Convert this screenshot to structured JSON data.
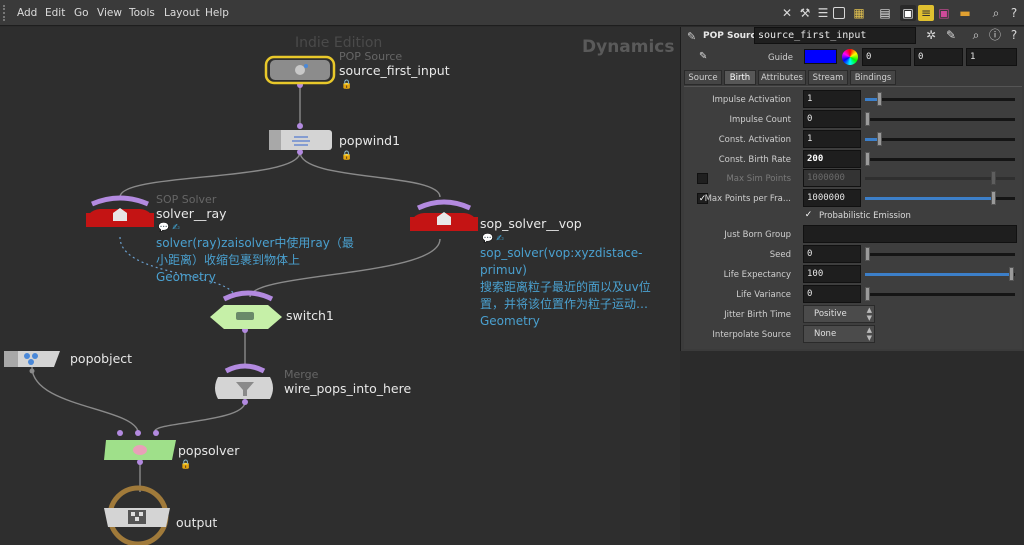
{
  "menubar": {
    "items": [
      "Add",
      "Edit",
      "Go",
      "View",
      "Tools",
      "Layout",
      "Help"
    ]
  },
  "toolbar": {
    "icons": [
      "pin-tool-icon",
      "wrench-icon",
      "list-icon",
      "square-icon",
      "grid-icon",
      "layout-icon",
      "sticky-note-icon",
      "color-swatch-icon",
      "box-icon",
      "search-icon",
      "help-icon"
    ]
  },
  "network": {
    "watermark_edition": "Indie Edition",
    "watermark_context": "Dynamics",
    "nodes": {
      "source_first_input": {
        "type": "POP Source",
        "name": "source_first_input"
      },
      "popwind1": {
        "name": "popwind1"
      },
      "solver_ray": {
        "type": "SOP Solver",
        "name": "solver__ray",
        "comment": [
          "solver(ray)zaisolver中使用ray（最",
          "小距离）收缩包裹到物体上",
          "Geometry"
        ]
      },
      "sop_solver_vop": {
        "name": "sop_solver__vop",
        "comment": [
          "sop_solver(vop:xyzdistace-primuv)",
          "搜索距离粒子最近的面以及uv位",
          "置，并将该位置作为粒子运动…",
          "Geometry"
        ]
      },
      "switch1": {
        "name": "switch1"
      },
      "popobject": {
        "name": "popobject"
      },
      "wire_pops_into_here": {
        "type": "Merge",
        "name": "wire_pops_into_here"
      },
      "popsolver": {
        "name": "popsolver"
      },
      "output": {
        "name": "output"
      }
    }
  },
  "params": {
    "node_type": "POP Source",
    "node_name": "source_first_input",
    "guide_label": "Guide",
    "guide_color": "#0000ff",
    "guide_values": [
      "0",
      "0",
      "1"
    ],
    "tabs": [
      "Source",
      "Birth",
      "Attributes",
      "Stream",
      "Bindings"
    ],
    "active_tab": "Birth",
    "fields": {
      "impulse_activation": {
        "label": "Impulse Activation",
        "value": "1",
        "slider": 0.08
      },
      "impulse_count": {
        "label": "Impulse Count",
        "value": "0",
        "slider": 0.0
      },
      "const_activation": {
        "label": "Const. Activation",
        "value": "1",
        "slider": 0.08
      },
      "const_birth_rate": {
        "label": "Const. Birth Rate",
        "value": "200",
        "slider": 0.0
      },
      "max_sim_points": {
        "label": "Max Sim Points",
        "value": "1000000",
        "enabled": false
      },
      "max_points_per_frame": {
        "label": "Max Points per Fra...",
        "value": "1000000",
        "enabled": true
      },
      "probabilistic_emission": {
        "label": "Probabilistic Emission",
        "checked": true
      },
      "just_born_group": {
        "label": "Just Born Group",
        "value": ""
      },
      "seed": {
        "label": "Seed",
        "value": "0",
        "slider": 0.0
      },
      "life_expectancy": {
        "label": "Life Expectancy",
        "value": "100",
        "slider": 1.0
      },
      "life_variance": {
        "label": "Life Variance",
        "value": "0",
        "slider": 0.0
      },
      "jitter_birth_time": {
        "label": "Jitter Birth Time",
        "value": "Positive"
      },
      "interpolate_source": {
        "label": "Interpolate Source",
        "value": "None"
      }
    }
  },
  "colors": {
    "node_selected_outline": "#e8c82a",
    "solver_red": "#c41414",
    "switch_green": "#c6f0a8",
    "popsolver_green": "#9fe08a",
    "output_ring": "#a07a3a",
    "wire": "#8a8a8a",
    "comment_blue": "#4aa0cf",
    "slider_fill": "#3c7fc9"
  }
}
